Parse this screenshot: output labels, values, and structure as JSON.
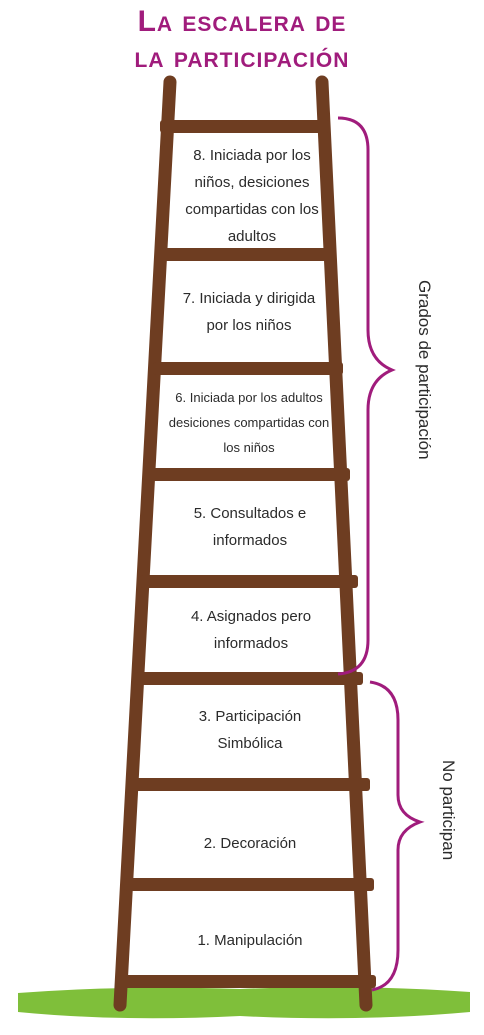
{
  "title": {
    "line1": "La escalera de",
    "line2": "la participación"
  },
  "colors": {
    "title": "#a01c7c",
    "wood": "#6e3d21",
    "bracket": "#a01c7c",
    "grass": "#7fbf3a",
    "text": "#2b2b2b"
  },
  "steps": [
    {
      "number": 8,
      "label": "8. Iniciada por los niños, desiciones compartidas con los adultos"
    },
    {
      "number": 7,
      "label": "7. Iniciada y dirigida por los niños"
    },
    {
      "number": 6,
      "label": "6. Iniciada por los adultos desiciones compartidas con los niños"
    },
    {
      "number": 5,
      "label": "5. Consultados e informados"
    },
    {
      "number": 4,
      "label": "4. Asignados pero informados"
    },
    {
      "number": 3,
      "label": "3. Participación Simbólica"
    },
    {
      "number": 2,
      "label": "2. Decoración"
    },
    {
      "number": 1,
      "label": "1. Manipulación"
    }
  ],
  "brackets": {
    "participation": {
      "label": "Grados de participación",
      "covers": [
        8,
        4
      ]
    },
    "no_participation": {
      "label": "No participan",
      "covers": [
        3,
        1
      ]
    }
  }
}
